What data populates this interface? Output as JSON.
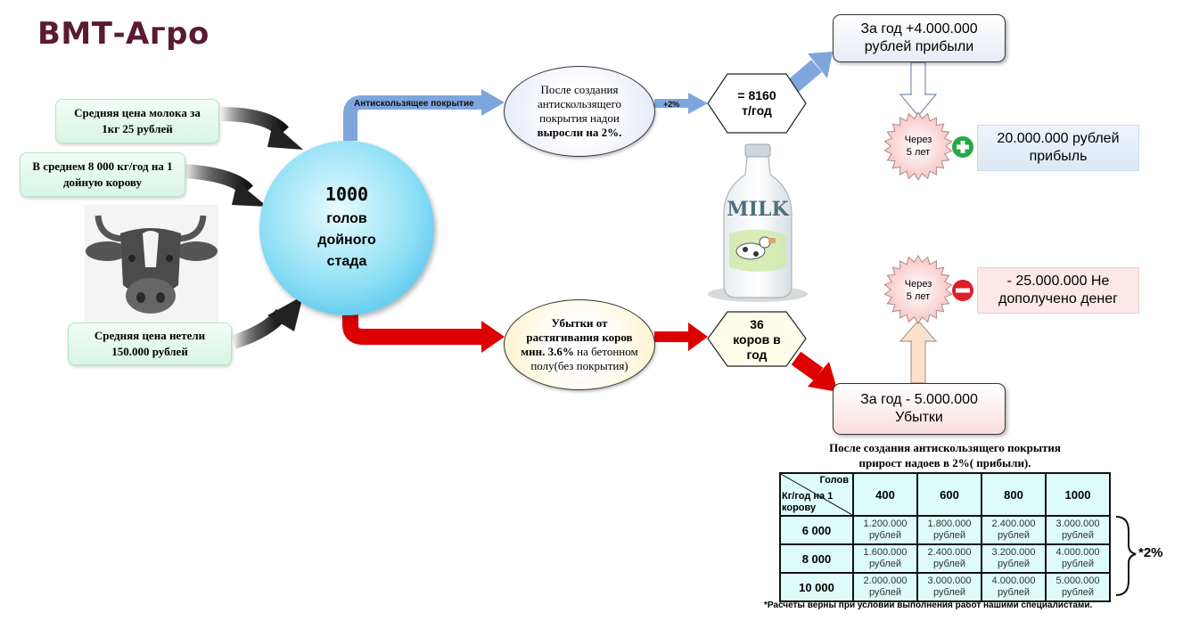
{
  "logo": "ВМТ-Агро",
  "inputs": {
    "milk_price": "Средняя цена молока за 1кг 25 рублей",
    "yield_per_cow": "В среднем 8 000 кг/год на 1 дойную корову",
    "heifer_price": "Средняя цена нетели 150.000 рублей"
  },
  "herd": {
    "number": "1000",
    "text": "голов дойного стада"
  },
  "top_branch": {
    "arrow_label": "Антискользящее покрытие",
    "effect_line1": "После создания антискользящего покрытия надои",
    "effect_line2": "выросли на 2%.",
    "increase_label": "+2%",
    "hex_line1": "= 8160",
    "hex_line2": "т/год",
    "year_result_line1": "За год +4.000.000",
    "year_result_line2": "рублей прибыли",
    "period_line1": "Через",
    "period_line2": "5 лет",
    "total_line1": "20.000.000 рублей",
    "total_line2": "прибыль"
  },
  "bottom_branch": {
    "effect_line1": "Убытки от растягивания коров",
    "effect_line2": "мин. 3.6%",
    "effect_line3": " на бетонном полу(без покрытия)",
    "hex_line1": "36",
    "hex_line2": "коров в",
    "hex_line3": "год",
    "year_result_line1": "За год - 5.000.000",
    "year_result_line2": "Убытки",
    "period_line1": "Через",
    "period_line2": "5 лет",
    "total_line1": "- 25.000.000 Не",
    "total_line2": "дополучено денег"
  },
  "bottle_label": "MILK",
  "table": {
    "title_line1": "После создания антискользящего покрытия",
    "title_line2": "прирост надоев в 2%( прибыли).",
    "corner_top": "Голов",
    "corner_bottom": "Кг/год на 1 корову",
    "columns": [
      "400",
      "600",
      "800",
      "1000"
    ],
    "rows": [
      {
        "label": "6 000",
        "cells": [
          "1.200.000 рублей",
          "1.800.000 рублей",
          "2.400.000 рублей",
          "3.000.000 рублей"
        ]
      },
      {
        "label": "8 000",
        "cells": [
          "1.600.000 рублей",
          "2.400.000 рублей",
          "3.200.000 рублей",
          "4.000.000 рублей"
        ]
      },
      {
        "label": "10 000",
        "cells": [
          "2.000.000 рублей",
          "3.000.000 рублей",
          "4.000.000 рублей",
          "5.000.000 рублей"
        ]
      }
    ],
    "multiplier": "*2%",
    "note": "*Расчеты верны при условии выполнения работ нашими специалистами."
  },
  "colors": {
    "logo": "#5b1a34",
    "positive_arrow": "#7fa6dc",
    "negative_arrow": "#dd0000",
    "plus_icon": "#22aa44",
    "minus_icon": "#dd1f26"
  }
}
